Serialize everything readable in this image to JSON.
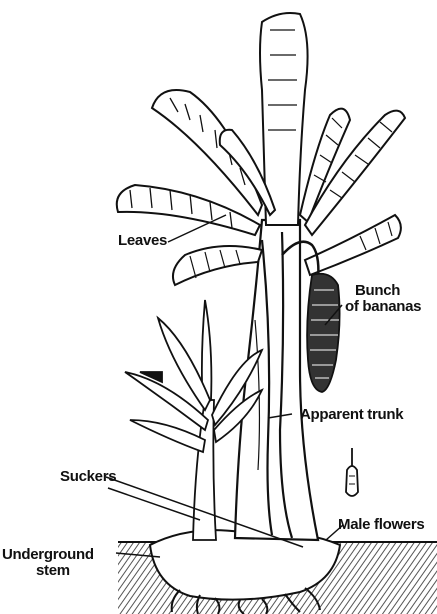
{
  "labels": {
    "leaves": "Leaves",
    "bunch_line1": "Bunch",
    "bunch_line2": "of bananas",
    "apparent_trunk": "Apparent trunk",
    "suckers": "Suckers",
    "male_flowers": "Male flowers",
    "underground_line1": "Underground",
    "underground_line2": "stem"
  },
  "colors": {
    "ink": "#111111",
    "soil": "#555555",
    "paper": "#ffffff"
  }
}
